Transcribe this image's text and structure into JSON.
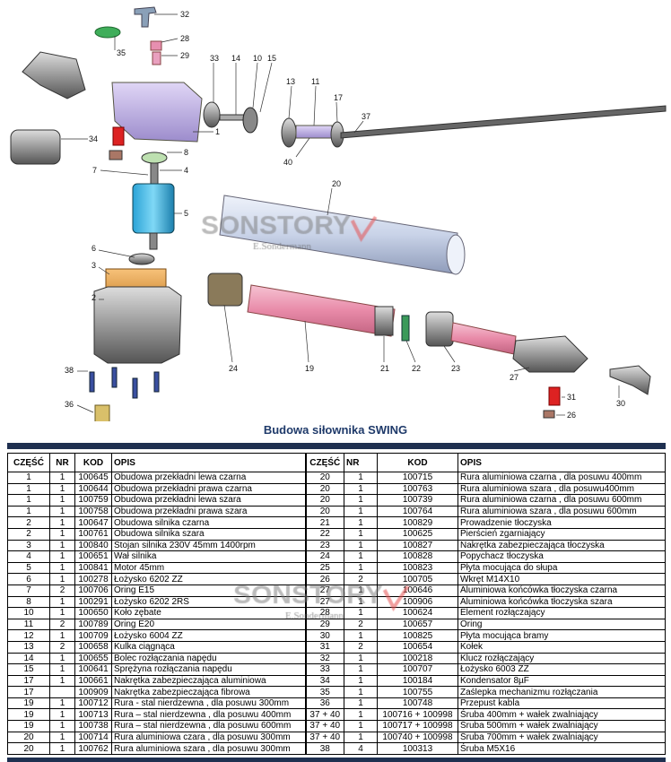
{
  "diagram": {
    "title": "Budowa siłownika SWING",
    "watermark": {
      "brand": "SONSTORY",
      "owner": "E.Sondermann"
    },
    "callouts": [
      "32",
      "35",
      "28",
      "29",
      "33",
      "14",
      "10",
      "15",
      "13",
      "11",
      "17",
      "37",
      "34",
      "1",
      "8",
      "4",
      "7",
      "40",
      "20",
      "5",
      "6",
      "3",
      "2",
      "38",
      "36",
      "24",
      "19",
      "21",
      "22",
      "23",
      "27",
      "31",
      "26",
      "30"
    ]
  },
  "table": {
    "headers": [
      "CZĘŚĆ",
      "NR",
      "KOD",
      "OPIS",
      "CZĘŚĆ",
      "NR",
      "KOD",
      "OPIS"
    ],
    "rows": [
      [
        "1",
        "1",
        "100645",
        "Obudowa  przekładni lewa  czarna",
        "20",
        "1",
        "100715",
        "Rura aluminiowa czarna , dla posuwu 400mm"
      ],
      [
        "1",
        "1",
        "100644",
        "Obudowa przekładni prawa czarna",
        "20",
        "1",
        "100763",
        "Rura aluminiowa szara , dla posuwu400mm"
      ],
      [
        "1",
        "1",
        "100759",
        "Obudowa przekładni lewa szara",
        "20",
        "1",
        "100739",
        "Rura aluminiowa czarna , dla posuwu 600mm"
      ],
      [
        "1",
        "1",
        "100758",
        "Obudowa przekładni prawa szara",
        "20",
        "1",
        "100764",
        "Rura aluminiowa szara , dla posuwu 600mm"
      ],
      [
        "2",
        "1",
        "100647",
        "Obudowa silnika czarna",
        "21",
        "1",
        "100829",
        "Prowadzenie tłoczyska"
      ],
      [
        "2",
        "1",
        "100761",
        "Obudowa silnika szara",
        "22",
        "1",
        "100625",
        "Pierścień zgarniający"
      ],
      [
        "3",
        "1",
        "100840",
        "Stojan silnika 230V  45mm 1400rpm",
        "23",
        "1",
        "100827",
        "Nakrętka zabezpieczająca tłoczyska"
      ],
      [
        "4",
        "1",
        "100651",
        "Wał silnika",
        "24",
        "1",
        "100828",
        "Popychacz tłoczyska"
      ],
      [
        "5",
        "1",
        "100841",
        "Motor 45mm",
        "25",
        "1",
        "100823",
        "Płyta mocująca do słupa"
      ],
      [
        "6",
        "1",
        "100278",
        "Łożysko 6202 ZZ",
        "26",
        "2",
        "100705",
        "Wkręt M14X10"
      ],
      [
        "7",
        "2",
        "100706",
        "Oring E15",
        "27",
        "1",
        "100646",
        "Aluminiowa końcówka tłoczyska czarna"
      ],
      [
        "8",
        "1",
        "100291",
        "Łożysko 6202 2RS",
        "27",
        "1",
        "100906",
        "Aluminiowa końcówka tłoczyska szara"
      ],
      [
        "10",
        "1",
        "100650",
        "Koło zębate",
        "28",
        "1",
        "100624",
        "Element rozłączający"
      ],
      [
        "11",
        "2",
        "100789",
        "Oring E20",
        "29",
        "2",
        "100657",
        "Oring"
      ],
      [
        "12",
        "1",
        "100709",
        "Łożysko 6004 ZZ",
        "30",
        "1",
        "100825",
        "Płyta mocująca bramy"
      ],
      [
        "13",
        "2",
        "100658",
        "Kulka ciągnąca",
        "31",
        "2",
        "100654",
        "Kołek"
      ],
      [
        "14",
        "1",
        "100655",
        "Bolec rozłączania napędu",
        "32",
        "1",
        "100218",
        "Klucz rozłączający"
      ],
      [
        "15",
        "1",
        "100641",
        "Sprężyna rozłączania napędu",
        "33",
        "1",
        "100707",
        "Łożysko 6003 ZZ"
      ],
      [
        "17",
        "1",
        "100661",
        "Nakrętka zabezpieczająca aluminiowa",
        "34",
        "1",
        "100184",
        "Kondensator 8µF"
      ],
      [
        "17",
        "",
        "100909",
        "Nakrętka zabezpieczająca fibrowa",
        "35",
        "1",
        "100755",
        "Zaślepka mechanizmu rozłączania"
      ],
      [
        "19",
        "1",
        "100712",
        "Rura - stal nierdzewna ,  dla posuwu  300mm",
        "36",
        "1",
        "100748",
        "Przepust  kabla"
      ],
      [
        "19",
        "1",
        "100713",
        "Rura – stal nierdzewna , dla posuwu  400mm",
        "37 + 40",
        "1",
        "100716 + 100998",
        "Śruba 400mm + wałek zwalniający"
      ],
      [
        "19",
        "1",
        "100738",
        "Rura – stal nierdzewna , dla posuwu  600mm",
        "37 + 40",
        "1",
        "100717 + 100998",
        "Śruba 500mm + wałek zwalniający"
      ],
      [
        "20",
        "1",
        "100714",
        "Rura aluminiowa czara , dla posuwu  300mm",
        "37 + 40",
        "1",
        "100740 + 100998",
        "Śruba 700mm + wałek zwalniający"
      ],
      [
        "20",
        "1",
        "100762",
        "Rura aluminiowa szara , dla posuwu  300mm",
        "38",
        "4",
        "100313",
        "Śruba M5X16"
      ]
    ]
  },
  "colors": {
    "bar": "#1f3050",
    "title": "#1f3a6a"
  }
}
